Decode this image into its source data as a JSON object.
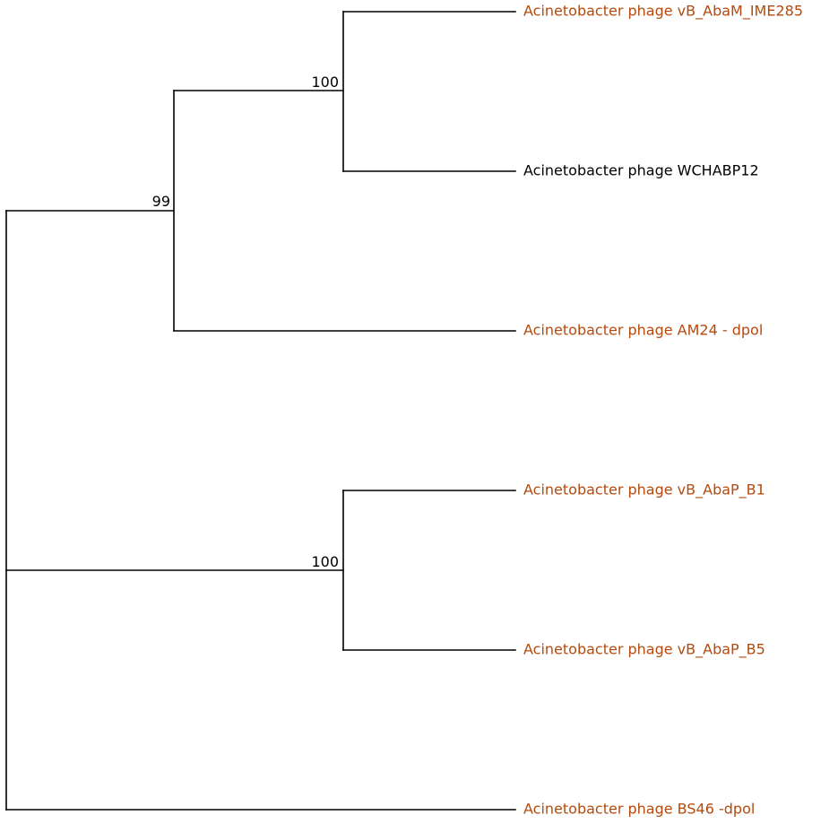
{
  "tree": {
    "colors": {
      "highlight": "#b54a0e",
      "default": "#000000"
    },
    "leaves": [
      {
        "id": "ime285",
        "label": "Acinetobacter phage vB_AbaM_IME285",
        "highlighted": true
      },
      {
        "id": "wchabp12",
        "label": "Acinetobacter phage WCHABP12",
        "highlighted": false
      },
      {
        "id": "am24",
        "label": "Acinetobacter phage AM24 - dpol",
        "highlighted": true
      },
      {
        "id": "b1",
        "label": "Acinetobacter phage vB_AbaP_B1",
        "highlighted": true
      },
      {
        "id": "b5",
        "label": "Acinetobacter phage vB_AbaP_B5",
        "highlighted": true
      },
      {
        "id": "bs46",
        "label": "Acinetobacter phage BS46 -dpol",
        "highlighted": true
      }
    ],
    "bootstrap": {
      "ime285_wchabp12": "100",
      "ime285_wchabp12_am24": "99",
      "b1_b5": "100"
    }
  }
}
